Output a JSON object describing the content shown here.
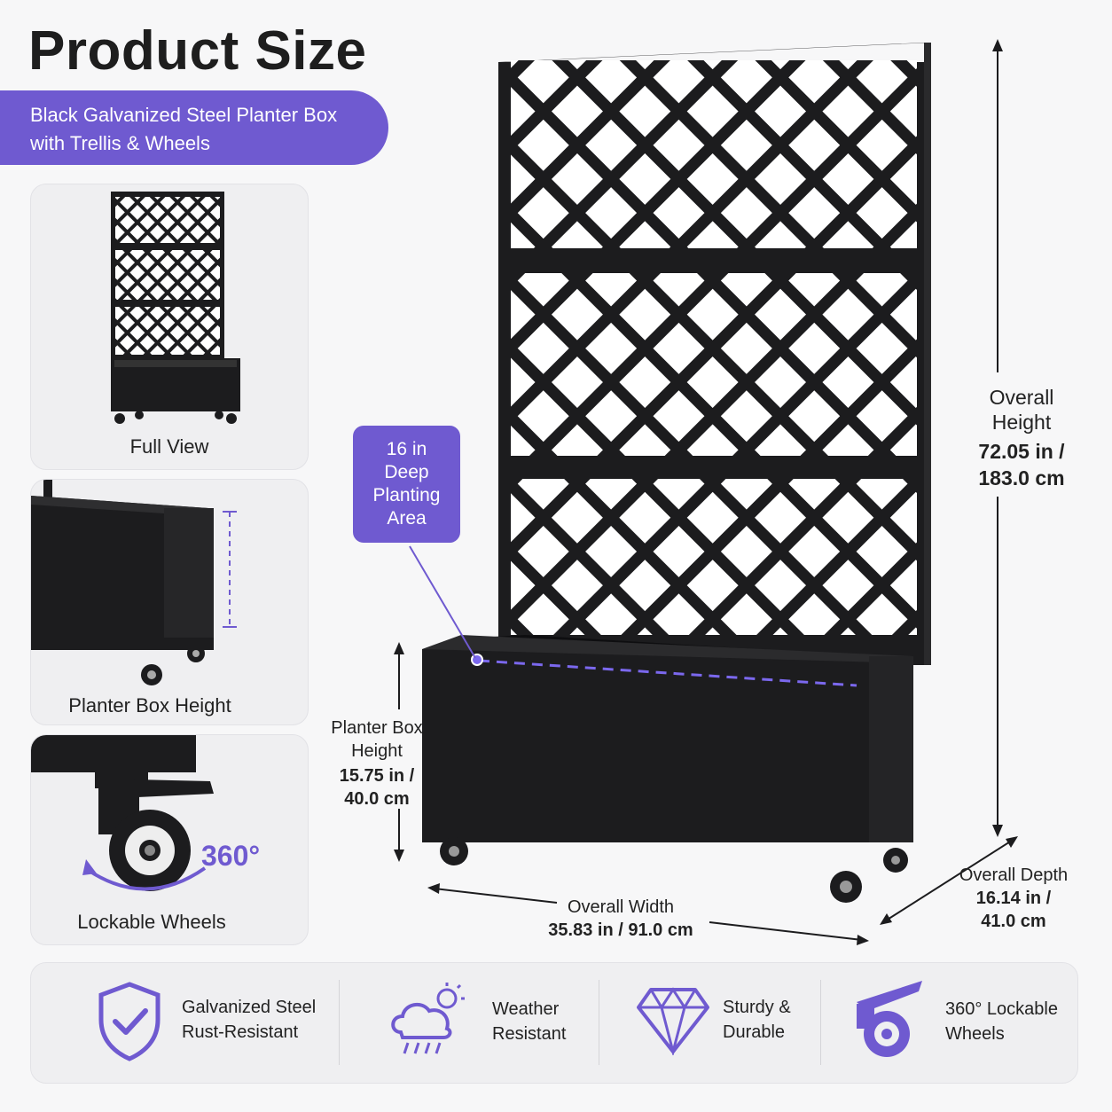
{
  "header": {
    "title": "Product Size",
    "subtitle_line1": "Black Galvanized Steel Planter Box",
    "subtitle_line2": "with Trellis & Wheels"
  },
  "cards": [
    {
      "label": "Full View"
    },
    {
      "label": "Planter Box Height"
    },
    {
      "label": "Lockable Wheels",
      "badge": "360°"
    }
  ],
  "callout": {
    "line1": "16 in",
    "line2": "Deep",
    "line3": "Planting",
    "line4": "Area"
  },
  "dimensions": {
    "height": {
      "line1": "Overall",
      "line2": "Height",
      "line3": "72.05 in /",
      "line4": "183.0 cm"
    },
    "box_height": {
      "line1": "Planter Box",
      "line2": "Height",
      "line3": "15.75 in /",
      "line4": "40.0 cm"
    },
    "width": {
      "line1": "Overall Width",
      "line2": "35.83 in / 91.0 cm"
    },
    "depth": {
      "line1": "Overall Depth",
      "line2": "16.14 in /",
      "line3": "41.0 cm"
    }
  },
  "features": [
    {
      "icon": "shield-check-icon",
      "line1": "Galvanized Steel",
      "line2": "Rust-Resistant"
    },
    {
      "icon": "weather-icon",
      "line1": "Weather",
      "line2": "Resistant"
    },
    {
      "icon": "diamond-icon",
      "line1": "Sturdy &",
      "line2": "Durable"
    },
    {
      "icon": "caster-wheel-icon",
      "line1": "360° Lockable",
      "line2": "Wheels"
    }
  ],
  "colors": {
    "accent": "#6f5ad0",
    "product": "#1c1c1e"
  }
}
